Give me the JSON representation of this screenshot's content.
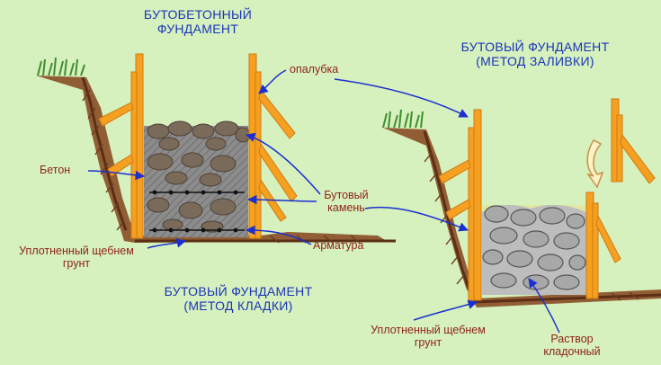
{
  "titles": {
    "top_left": [
      "БУТОБЕТОННЫЙ",
      "ФУНДАМЕНТ"
    ],
    "top_right": [
      "БУТОВЫЙ ФУНДАМЕНТ",
      "(МЕТОД ЗАЛИВКИ)"
    ],
    "bottom_left": [
      "БУТОВЫЙ ФУНДАМЕНТ",
      "(МЕТОД КЛАДКИ)"
    ]
  },
  "labels": {
    "formwork": "опалубка",
    "concrete": "Бетон",
    "rubble_stone": [
      "Бутовый",
      "камень"
    ],
    "rebar": "Арматура",
    "compacted_left": [
      "Уплотненный щебнем",
      "грунт"
    ],
    "compacted_right": [
      "Уплотненный щебнем",
      "грунт"
    ],
    "mortar": [
      "Раствор",
      "кладочный"
    ]
  },
  "colors": {
    "background": "#d6f0be",
    "title_blue": "#1a35b8",
    "label_red": "#8e2418",
    "arrow_blue": "#1c2fd0",
    "formwork_orange": "#f5a020",
    "concrete_gray": "#8a8a8a",
    "stone_brown": "#7a6a5a",
    "mortar_gray": "#b9b9b9",
    "soil_brown": "#6b3a1e",
    "grass_green": "#3f8f2f"
  }
}
